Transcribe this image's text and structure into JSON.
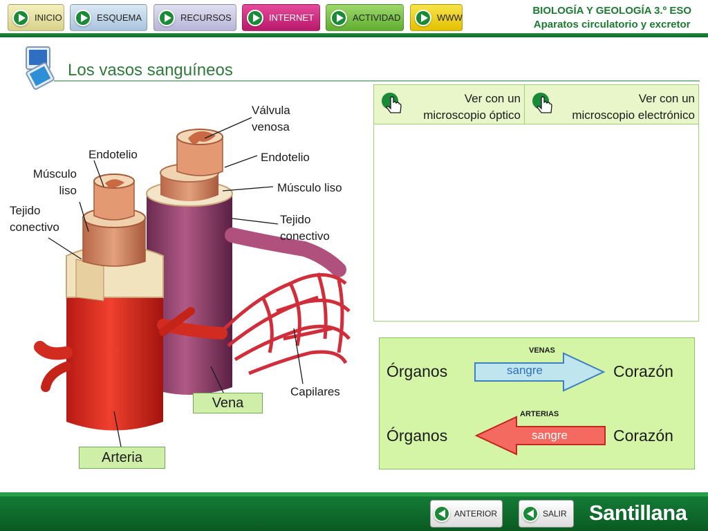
{
  "header": {
    "nav": [
      {
        "label": "INICIO"
      },
      {
        "label": "ESQUEMA"
      },
      {
        "label": "RECURSOS"
      },
      {
        "label": "INTERNET"
      },
      {
        "label": "ACTIVIDAD"
      },
      {
        "label": "WWW"
      }
    ],
    "subject_line1": "BIOLOGÍA Y GEOLOGÍA 3.º ESO",
    "subject_line2": "Aparatos circulatorio y excretor"
  },
  "page": {
    "title": "Los vasos sanguíneos"
  },
  "microscope": {
    "tabs": [
      {
        "line1": "Ver con un",
        "line2": "microscopio óptico"
      },
      {
        "line1": "Ver con un",
        "line2": "microscopio electrónico"
      }
    ]
  },
  "illustration": {
    "labels": {
      "valvula_1": "Válvula",
      "valvula_2": "venosa",
      "endotelio_left": "Endotelio",
      "endotelio_right": "Endotelio",
      "musculo_left_1": "Músculo",
      "musculo_left_2": "liso",
      "musculo_right": "Músculo liso",
      "tejido_left_1": "Tejido",
      "tejido_left_2": "conectivo",
      "tejido_right_1": "Tejido",
      "tejido_right_2": "conectivo",
      "capilares": "Capilares",
      "vena": "Vena",
      "arteria": "Arteria"
    }
  },
  "flow": {
    "venas": {
      "tag": "VENAS",
      "from": "Órganos",
      "word": "sangre",
      "to": "Corazón"
    },
    "arterias": {
      "tag": "ARTERIAS",
      "from": "Órganos",
      "word": "sangre",
      "to": "Corazón"
    }
  },
  "footer": {
    "anterior": "ANTERIOR",
    "salir": "SALIR",
    "brand": "Santillana"
  },
  "colors": {
    "brand_green": "#1b8a36",
    "vein_arrow": "#bfe6ef",
    "artery_arrow": "#f46a60"
  }
}
